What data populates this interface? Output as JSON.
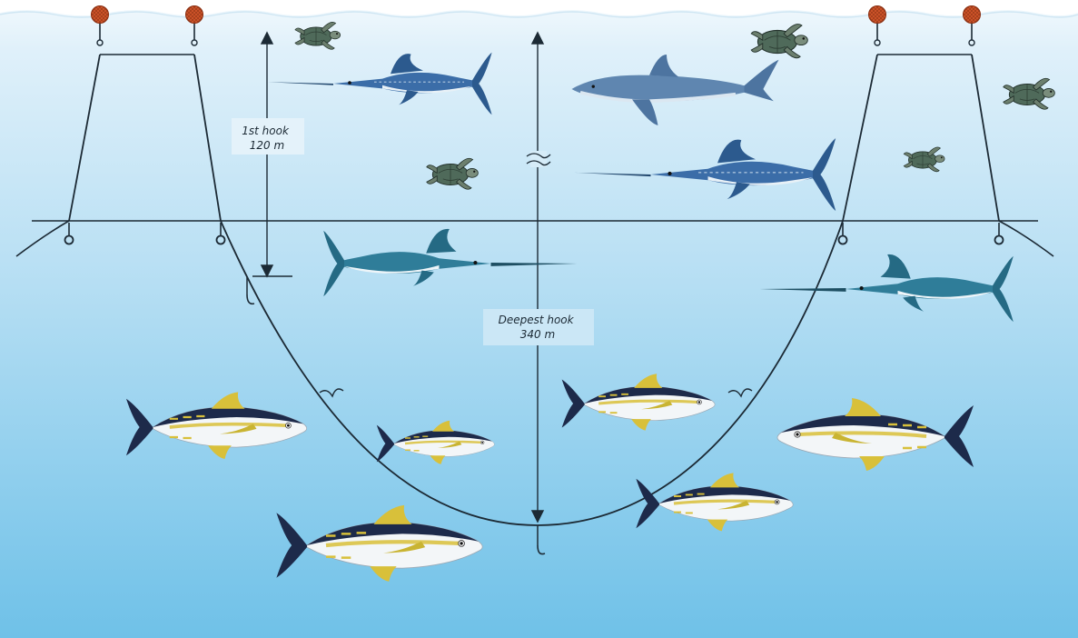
{
  "diagram": {
    "first_hook": {
      "line1": "1st hook",
      "line2": "120 m"
    },
    "deepest_hook": {
      "line1": "Deepest hook",
      "line2": "340 m"
    }
  },
  "icons": {
    "float": "float-buoy-icon",
    "hook": "hook-icon",
    "sea_turtle": "sea-turtle-icon",
    "marlin": "marlin-icon",
    "swordfish": "swordfish-icon",
    "blue_shark": "blue-shark-icon",
    "tuna": "yellowfin-tuna-icon"
  },
  "colors": {
    "sea_top": "#e8f4fb",
    "sea_bottom": "#6fc1e8",
    "line": "#1c2a35",
    "float": "#d4562a",
    "tuna_fin": "#d8c03a",
    "tuna_back": "#1d2a4a",
    "turtle": "#4f6a5a",
    "marlin": "#3b6da8",
    "swordfish": "#2f7d99",
    "shark": "#5f86b0"
  }
}
